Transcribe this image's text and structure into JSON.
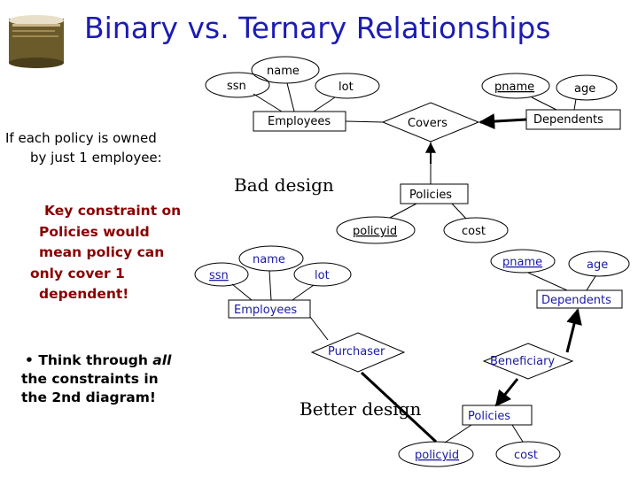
{
  "title": "Binary vs. Ternary Relationships",
  "left_note": {
    "line1": "If each policy is owned",
    "line2": "by just 1 employee:"
  },
  "key_note": {
    "line1": "Key constraint on",
    "line2": "Policies would",
    "line3": "mean policy can",
    "line4": "only cover 1",
    "line5": "dependent!"
  },
  "think_note": {
    "bullet": "•",
    "line1a": "Think through ",
    "line1b": "all",
    "line2": "the constraints in",
    "line3": "the 2nd diagram!"
  },
  "diagram1": {
    "ssn": "ssn",
    "name": "name",
    "lot": "lot",
    "pname": "pname",
    "age": "age",
    "employees": "Employees",
    "covers": "Covers",
    "dependents": "Dependents",
    "policies": "Policies",
    "policyid": "policyid",
    "cost": "cost",
    "label": "Bad design"
  },
  "diagram2": {
    "ssn": "ssn",
    "name": "name",
    "lot": "lot",
    "pname": "pname",
    "age": "age",
    "employees": "Employees",
    "dependents": "Dependents",
    "purchaser": "Purchaser",
    "beneficiary": "Beneficiary",
    "policies": "Policies",
    "policyid": "policyid",
    "cost": "cost",
    "label": "Better design"
  },
  "colors": {
    "title": "#1c1cb4",
    "key_note": "#8a0000",
    "diagram2_text": "#1a1aa6",
    "key_arrow": "#000000"
  }
}
